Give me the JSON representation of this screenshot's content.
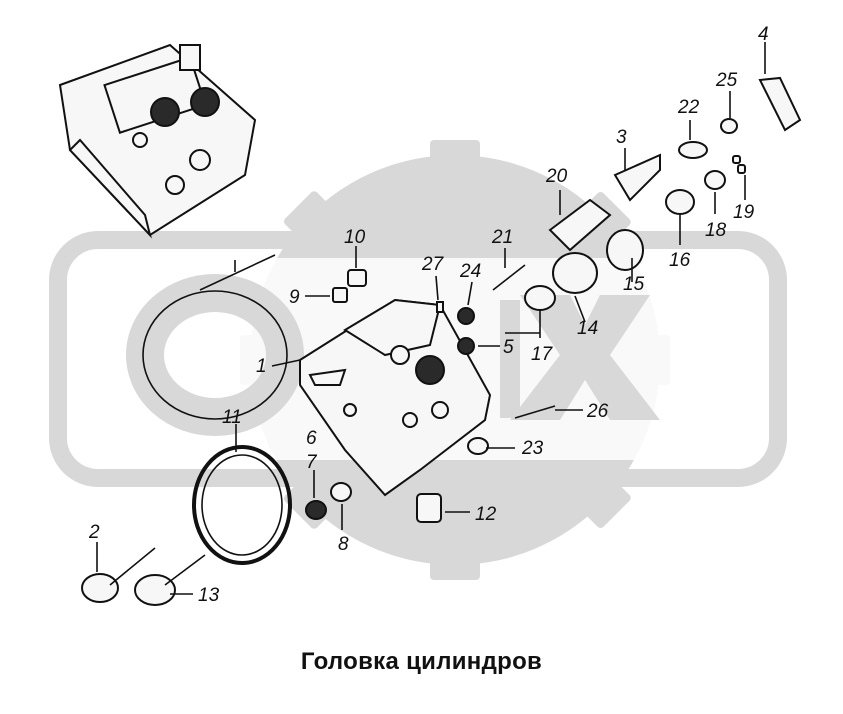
{
  "title": "Головка цилиндров",
  "callouts": [
    "1",
    "2",
    "3",
    "4",
    "5",
    "6",
    "7",
    "8",
    "9",
    "10",
    "11",
    "12",
    "13",
    "14",
    "15",
    "16",
    "17",
    "18",
    "19",
    "20",
    "21",
    "22",
    "23",
    "24",
    "25",
    "26",
    "27"
  ],
  "colors": {
    "watermark": "#d8d8d8",
    "lines": "#111111",
    "background": "#ffffff"
  }
}
